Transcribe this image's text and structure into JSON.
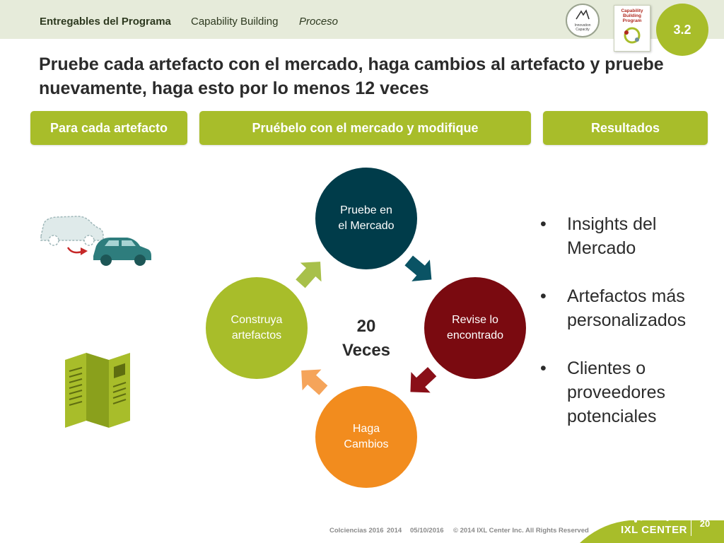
{
  "header": {
    "breadcrumb": [
      "Entregables del Programa",
      "Capability Building",
      "Proceso"
    ],
    "logo1": [
      "Innovation",
      "Capacity"
    ],
    "logo2": [
      "Capability",
      "Building",
      "Program"
    ],
    "section_number": "3.2"
  },
  "title": "Pruebe cada artefacto con el mercado, haga cambios al artefacto y pruebe nuevamente, haga esto por lo menos 12 veces",
  "column_headers": [
    "Para cada artefacto",
    "Pruébelo con el mercado y modifique",
    "Resultados"
  ],
  "cycle": {
    "center": [
      "20",
      "Veces"
    ],
    "nodes": [
      {
        "lines": [
          "Pruebe en",
          "el Mercado"
        ],
        "color": "#003c4a"
      },
      {
        "lines": [
          "Revise lo",
          "encontrado"
        ],
        "color": "#7a0a10"
      },
      {
        "lines": [
          "Haga",
          "Cambios"
        ],
        "color": "#f28c1e"
      },
      {
        "lines": [
          "Construya",
          "artefactos"
        ],
        "color": "#a8bd2a"
      }
    ]
  },
  "results": [
    [
      "Insights del",
      "Mercado"
    ],
    [
      "Artefactos más",
      "personalizados"
    ],
    [
      "Clientes o",
      "proveedores",
      "potenciales"
    ]
  ],
  "bullet_char": "•",
  "footer": {
    "items": [
      "Colciencias 2016",
      "2014",
      "05/10/2016",
      "© 2014 IXL Center Inc. All Rights Reserved"
    ],
    "brand": "IXL CENTER",
    "page": "20"
  },
  "colors": {
    "accent_green": "#a8bd2a",
    "header_band": "#e6ebda",
    "teal": "#003c4a",
    "maroon": "#7a0a10",
    "orange": "#f28c1e"
  }
}
